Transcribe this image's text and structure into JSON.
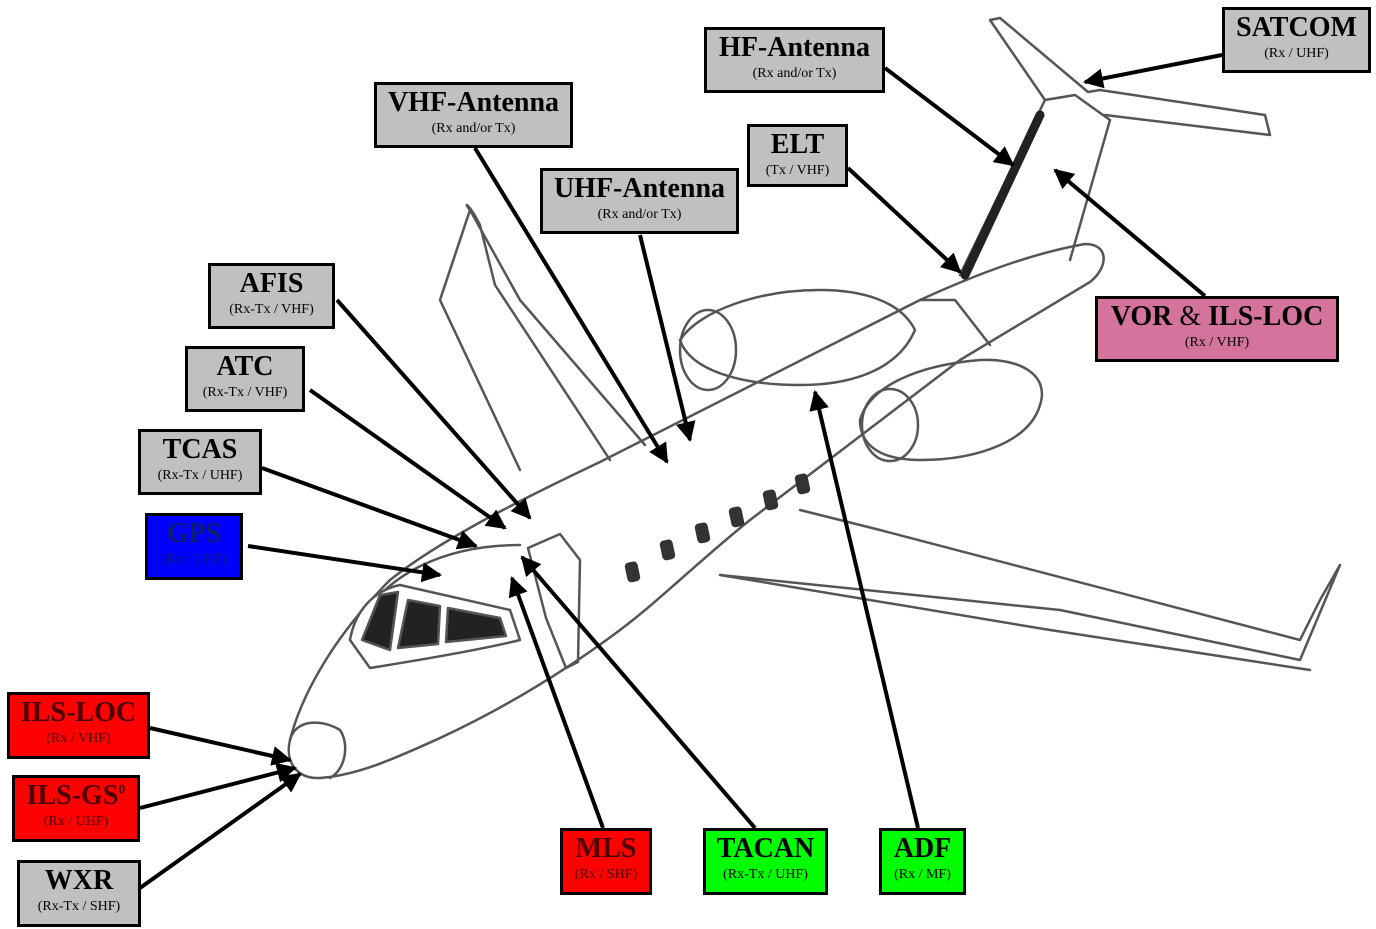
{
  "colors": {
    "gray": "#c0c0c0",
    "blue": "#0000ff",
    "red": "#ff0000",
    "green": "#00ff00",
    "pink": "#d4749c",
    "dark_blue_text": "#101c6e",
    "dark_red_text": "#4a0000"
  },
  "labels": {
    "satcom": {
      "title": "SATCOM",
      "sub": "(Rx / UHF)"
    },
    "hf": {
      "title": "HF-Antenna",
      "sub": "(Rx and/or Tx)"
    },
    "vhf": {
      "title": "VHF-Antenna",
      "sub": "(Rx and/or Tx)"
    },
    "elt": {
      "title": "ELT",
      "sub": "(Tx / VHF)"
    },
    "uhf": {
      "title": "UHF-Antenna",
      "sub": "(Rx and/or Tx)"
    },
    "afis": {
      "title": "AFIS",
      "sub": "(Rx-Tx / VHF)"
    },
    "atc": {
      "title": "ATC",
      "sub": "(Rx-Tx / VHF)"
    },
    "tcas": {
      "title": "TCAS",
      "sub": "(Rx-Tx / UHF)"
    },
    "gps": {
      "title": "GPS",
      "sub": "(Rx / UHF)"
    },
    "vor": {
      "title_a": "VOR",
      "amp": "&",
      "title_b": "ILS-LOC",
      "sub": "(Rx / VHF)"
    },
    "ils_loc": {
      "title": "ILS-LOC",
      "sub": "(Rx / VHF)"
    },
    "ils_gs": {
      "title": "ILS-GS",
      "sup": "0",
      "sub": "(Rx / UHF)"
    },
    "wxr": {
      "title": "WXR",
      "sub": "(Rx-Tx / SHF)"
    },
    "mls": {
      "title": "MLS",
      "sub": "(Rx / SHF)"
    },
    "tacan": {
      "title": "TACAN",
      "sub": "(Rx-Tx / UHF)"
    },
    "adf": {
      "title": "ADF",
      "sub": "(Rx / MF)"
    }
  }
}
